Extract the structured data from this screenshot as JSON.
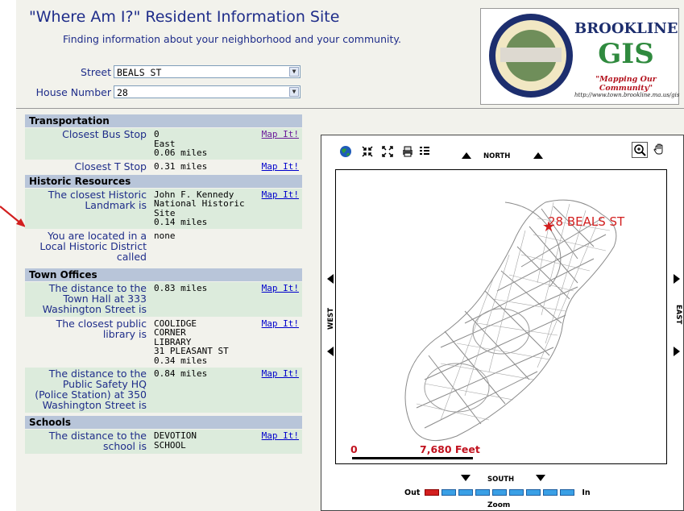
{
  "header": {
    "title": "\"Where Am I?\" Resident Information Site",
    "subtitle": "Finding information about your neighborhood and your community."
  },
  "form": {
    "street_label": "Street",
    "street_value": "BEALS ST",
    "house_label": "House Number",
    "house_value": "28"
  },
  "logo": {
    "line1": "BROOKLINE",
    "line2": "GIS",
    "slogan": "\"Mapping Our Community\"",
    "url": "http://www.town.brookline.ma.us/gis"
  },
  "sections": {
    "transportation": {
      "title": "Transportation",
      "bus_label": "Closest Bus Stop",
      "bus_value": "0\nEast\n0.06 miles",
      "bus_link": "Map It!",
      "t_label": "Closest T Stop",
      "t_value": "0.31 miles",
      "t_link": "Map It!"
    },
    "historic": {
      "title": "Historic Resources",
      "landmark_label": "The closest Historic Landmark is",
      "landmark_value": "John F. Kennedy\nNational Historic\nSite\n0.14 miles",
      "landmark_link": "Map It!",
      "district_label": "You are located in a Local Historic District called",
      "district_value": "none"
    },
    "town_offices": {
      "title": "Town Offices",
      "hall_label": "The distance to the Town Hall at 333 Washington Street is",
      "hall_value": "0.83 miles",
      "hall_link": "Map It!",
      "library_label": "The closest public library is",
      "library_value": "COOLIDGE\nCORNER\nLIBRARY\n31 PLEASANT ST\n0.34 miles",
      "library_link": "Map It!",
      "police_label": "The distance to the Public Safety HQ (Police Station) at 350 Washington Street is",
      "police_value": "0.84 miles",
      "police_link": "Map It!"
    },
    "schools": {
      "title": "Schools",
      "school_label": "The distance to the school is",
      "school_value": "DEVOTION\nSCHOOL",
      "school_link": "Map It!"
    }
  },
  "map": {
    "north": "NORTH",
    "south": "SOUTH",
    "west": "WEST",
    "east": "EAST",
    "place_label": "28 BEALS ST",
    "scale_start": "0",
    "scale_end": "7,680 Feet",
    "zoom_out": "Out",
    "zoom_in": "In",
    "zoom_caption": "Zoom",
    "zoom_level": 1,
    "zoom_levels": 9
  },
  "colors": {
    "title_blue": "#1f2d8a",
    "section_header": "#b8c5d9",
    "row_green": "#dcebdc",
    "link_blue": "#0000cc",
    "map_red": "#d21f1f",
    "zoom_blue": "#3aa0e6"
  }
}
